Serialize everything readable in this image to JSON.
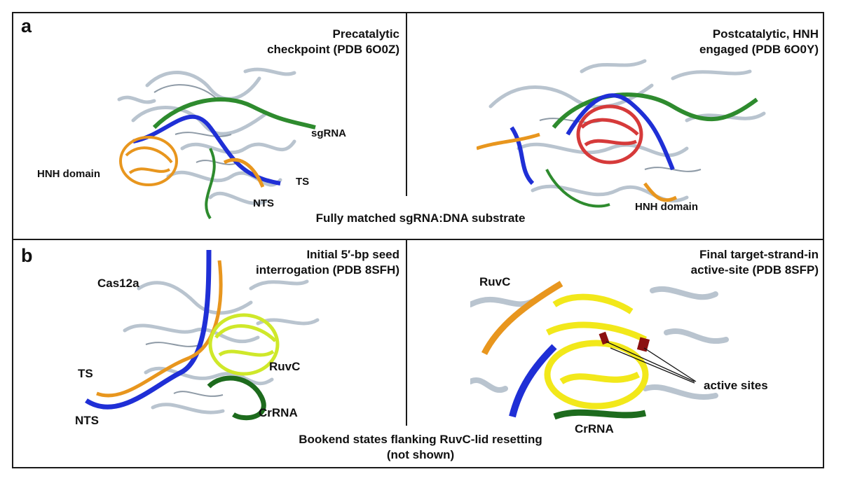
{
  "figure": {
    "panel_a": {
      "letter": "a",
      "left_title_line1": "Precatalytic",
      "left_title_line2": "checkpoint (PDB 6O0Z)",
      "right_title_line1": "Postcatalytic, HNH",
      "right_title_line2": "engaged (PDB 6O0Y)",
      "labels": {
        "sgrna": "sgRNA",
        "hnh_left": "HNH domain",
        "ts": "TS",
        "nts": "NTS",
        "hnh_right": "HNH domain"
      },
      "footer": "Fully matched sgRNA:DNA substrate"
    },
    "panel_b": {
      "letter": "b",
      "left_title_line1": "Initial 5′-bp seed",
      "left_title_line2": "interrogation (PDB 8SFH)",
      "right_title_line1": "Final target-strand-in",
      "right_title_line2": "active-site (PDB 8SFP)",
      "labels": {
        "cas12a": "Cas12a",
        "ts": "TS",
        "nts": "NTS",
        "ruvc_left": "RuvC",
        "crrna_left": "CrRNA",
        "ruvc_right": "RuvC",
        "active_sites": "active sites",
        "crrna_right": "CrRNA"
      },
      "footer_line1": "Bookend states flanking RuvC-lid resetting",
      "footer_line2": "(not shown)"
    }
  },
  "colors": {
    "protein": "#b9c4cf",
    "protein_dark": "#8e9aa6",
    "dna_blue": "#1f2fd6",
    "rna_green": "#2e8b2e",
    "crrna_dark_green": "#1d6b1d",
    "hnh_orange": "#e8961e",
    "hnh_red": "#d63a3a",
    "ruvc_yellow": "#f2e81a",
    "ruvc_lime": "#cfe82a",
    "active_site": "#8b1010"
  }
}
